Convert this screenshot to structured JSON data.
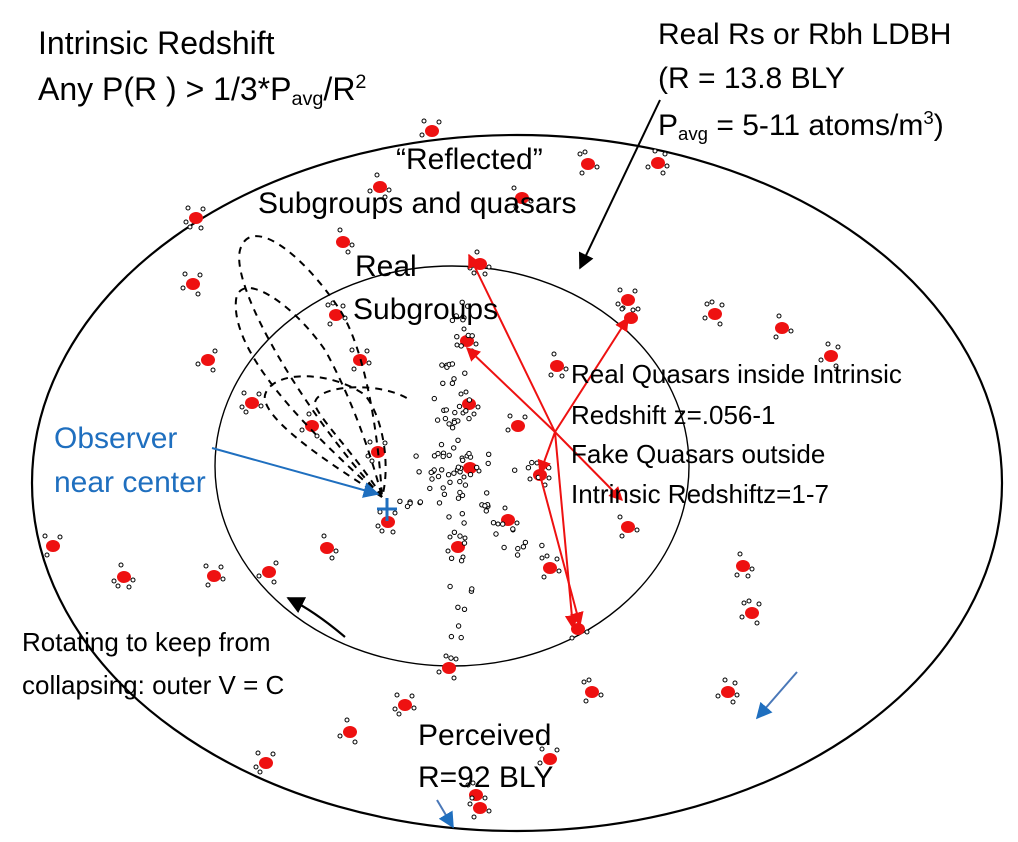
{
  "labels": {
    "intrinsic_title": "Intrinsic Redshift",
    "intrinsic_formula_a": "Any P(R ) > 1/3*P",
    "intrinsic_formula_sub": "avg",
    "intrinsic_formula_b": "/R",
    "intrinsic_formula_sup": "2",
    "real_rs": "Real Rs or Rbh LDBH",
    "real_r": "(R = 13.8 BLY",
    "pavg_p": "P",
    "pavg_sub": "avg",
    "pavg_text": " = 5-11 atoms/m",
    "pavg_sup": "3",
    "pavg_close": ")",
    "reflected_1": "“Reflected”",
    "reflected_2": "Subgroups and quasars",
    "real_sub_1": "Real",
    "real_sub_2": "Subgroups",
    "quasar_1": "Real Quasars inside  Intrinsic",
    "quasar_2": "Redshift      z=.056-1",
    "quasar_3": "Fake Quasars outside",
    "quasar_4": "Intrinsic Redshiftz=1-7",
    "observer_1": "Observer",
    "observer_2": "near center",
    "rotating_1": "Rotating  to  keep  from",
    "rotating_2": "collapsing:  outer  V = C",
    "perceived_1": "Perceived",
    "perceived_2": "R=92 BLY"
  },
  "colors": {
    "red": "#ee1111",
    "blue": "#1f6fbf",
    "black": "#000000"
  }
}
